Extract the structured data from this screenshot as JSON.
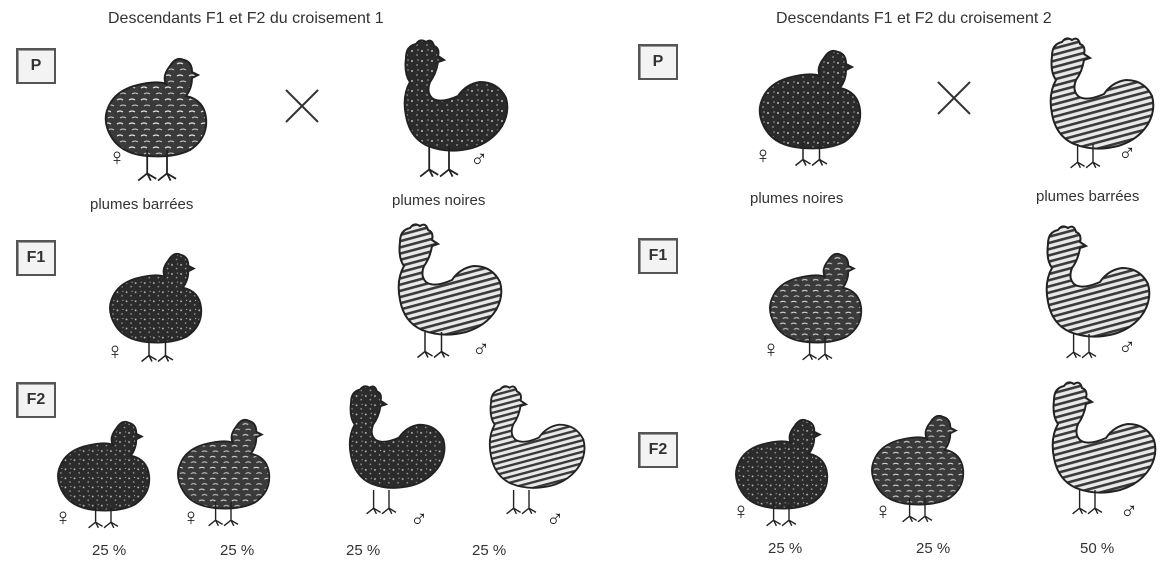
{
  "crosses": [
    {
      "title": "Descendants F1 et F2 du croisement 1",
      "generations": {
        "p": "P",
        "f1": "F1",
        "f2": "F2"
      },
      "parents": {
        "female_phenotype": "plumes barrées",
        "male_phenotype": "plumes noires"
      },
      "f2_percentages": [
        "25 %",
        "25 %",
        "25 %",
        "25 %"
      ]
    },
    {
      "title": "Descendants F1 et F2 du croisement 2",
      "generations": {
        "p": "P",
        "f1": "F1",
        "f2": "F2"
      },
      "parents": {
        "female_phenotype": "plumes noires",
        "male_phenotype": "plumes barrées"
      },
      "f2_percentages": [
        "25 %",
        "25 %",
        "50 %"
      ]
    }
  ],
  "symbols": {
    "female": "♀",
    "male": "♂"
  },
  "colors": {
    "black_plumage": "#2b2b2b",
    "barred_plumage": "#8a8a8a",
    "ink": "#222222"
  }
}
